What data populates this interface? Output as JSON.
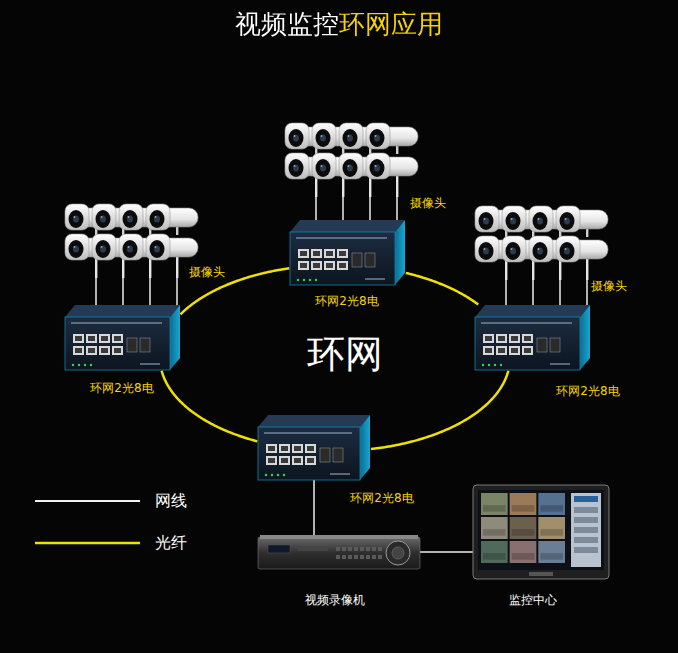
{
  "diagram": {
    "title": "视频监控环网应用",
    "nodes": [
      {
        "text": [
          "摄像头"
        ]
      },
      {
        "text": [
          "摄像头"
        ]
      },
      {
        "text": [
          "摄像头"
        ]
      },
      {
        "text": [
          "环网2光8电"
        ]
      },
      {
        "text": [
          "环网2光8电"
        ]
      },
      {
        "text": [
          "环网2光8电"
        ]
      },
      {
        "text": [
          "环网2光8电"
        ]
      },
      {
        "text": [
          "视频录像机"
        ]
      },
      {
        "text": [
          "监控中心"
        ]
      }
    ],
    "edges": [
      {
        "from": 0,
        "to": 3,
        "arrow": "none"
      },
      {
        "from": 1,
        "to": 4,
        "arrow": "none"
      },
      {
        "from": 2,
        "to": 5,
        "arrow": "none"
      },
      {
        "from": 3,
        "to": 5,
        "arrow": "none"
      },
      {
        "from": 5,
        "to": 6,
        "arrow": "none"
      },
      {
        "from": 6,
        "to": 4,
        "arrow": "none"
      },
      {
        "from": 4,
        "to": 3,
        "arrow": "none"
      },
      {
        "from": 6,
        "to": 7,
        "arrow": "none"
      },
      {
        "from": 7,
        "to": 8,
        "arrow": "none"
      }
    ],
    "labels": [
      "环网"
    ],
    "legend": [
      {
        "text": "网线"
      },
      {
        "text": "光纤"
      }
    ]
  }
}
